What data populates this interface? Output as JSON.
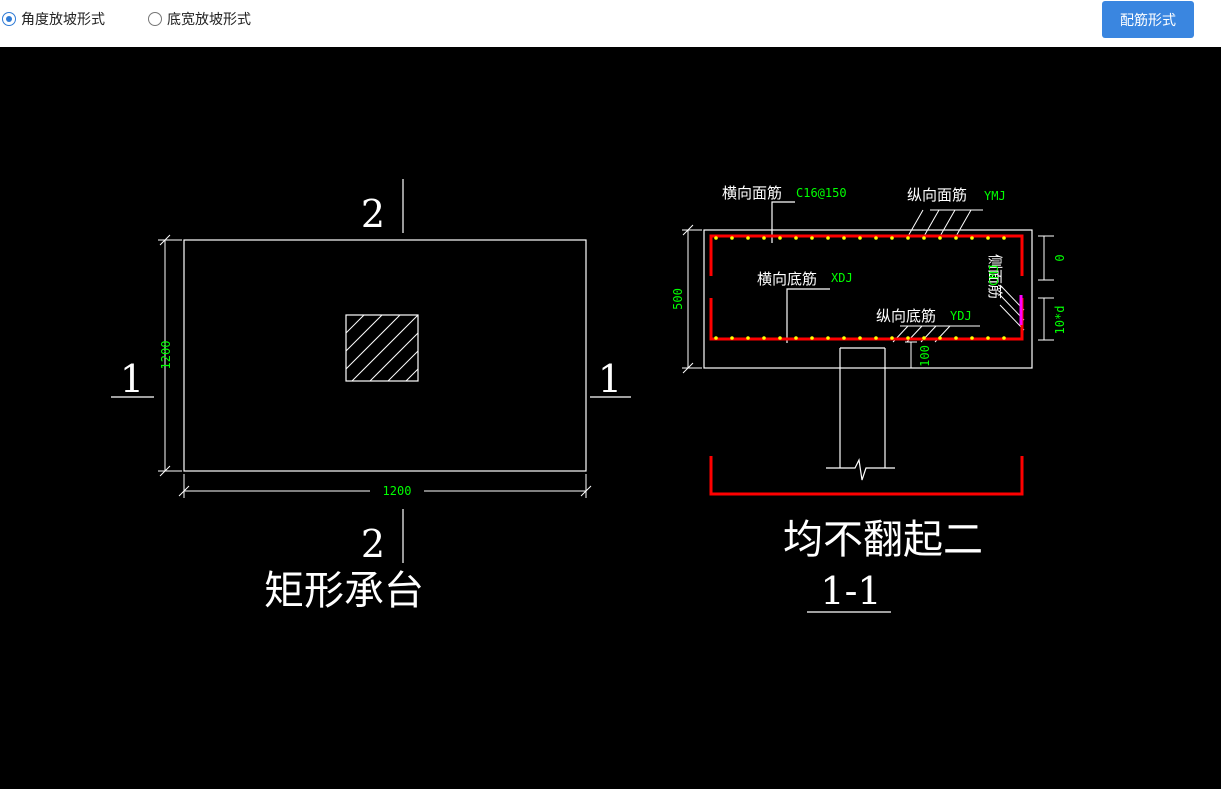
{
  "toolbar": {
    "options": [
      "角度放坡形式",
      "底宽放坡形式"
    ],
    "selected_index": 0,
    "button_label": "配筋形式"
  },
  "plan": {
    "section_2_top": "2",
    "section_2_bottom": "2",
    "section_1_left": "1",
    "section_1_right": "1",
    "dim_vertical": "1200",
    "dim_horizontal": "1200",
    "title": "矩形承台"
  },
  "section": {
    "top_trans_label": "横向面筋",
    "top_trans_value": "C16@150",
    "top_long_label": "纵向面筋",
    "top_long_value": "YMJ",
    "bot_trans_label": "横向底筋",
    "bot_trans_value": "XDJ",
    "bot_long_label": "纵向底筋",
    "bot_long_value": "YDJ",
    "side_label": "侧面筋",
    "side_value": "CMJ",
    "dim_height": "500",
    "dim_zero": "0",
    "dim_10d": "10*d",
    "dim_100": "100",
    "subtitle": "均不翻起二",
    "section_label": "1-1"
  },
  "colors": {
    "line": "#ffffff",
    "dim_text": "#00ff00",
    "rebar": "#ff0000",
    "rebar_dot": "#ffff00",
    "side_bar": "#ff00ff",
    "accent": "#3a86e0"
  }
}
